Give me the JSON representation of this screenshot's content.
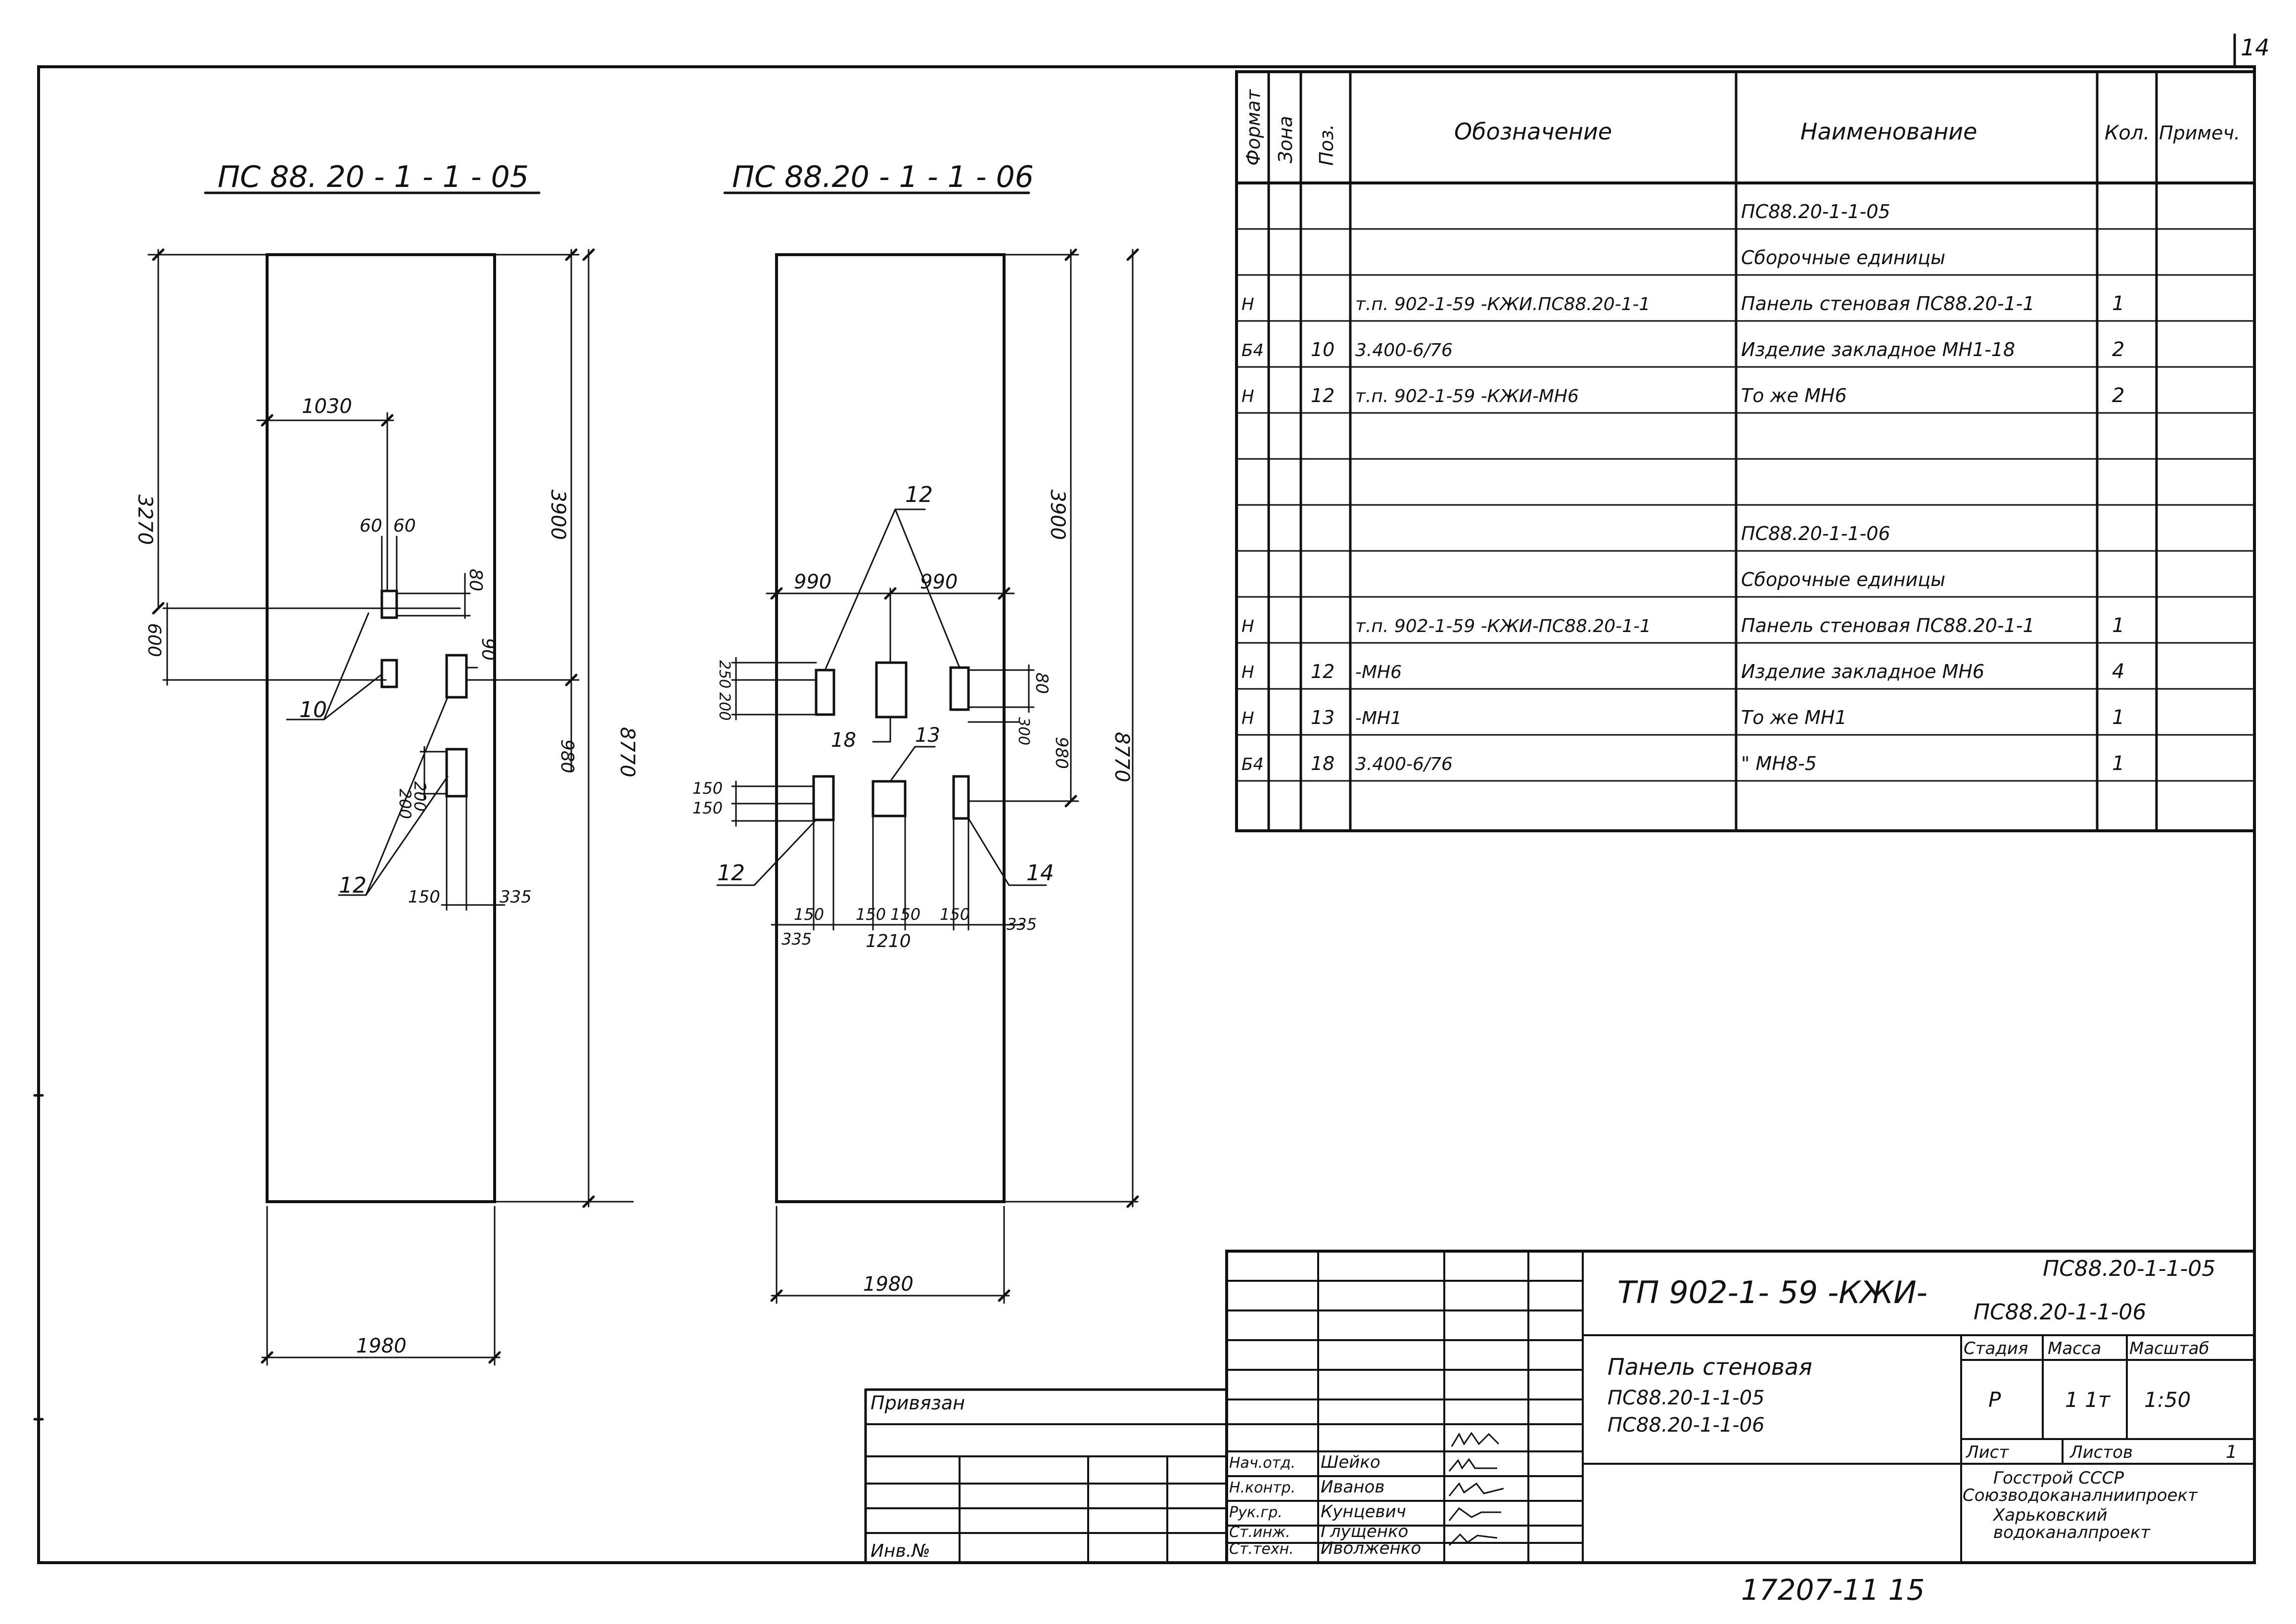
{
  "sheet_number": "14",
  "elevations": [
    {
      "id": "panel-05",
      "title": "ПС 88. 20 - 1 - 1 - 05",
      "dims": {
        "width": "1980",
        "height": "8770",
        "upper": "3900",
        "top_offset": "3270",
        "horiz": "1030",
        "a60": "60",
        "b60": "60",
        "d600": "600",
        "d80": "80",
        "d90": "90",
        "d980": "980",
        "d200a": "200",
        "d200b": "200",
        "d150": "150",
        "d335": "335"
      },
      "callouts": {
        "c10": "10",
        "c12": "12"
      }
    },
    {
      "id": "panel-06",
      "title": "ПС 88.20 - 1 - 1 - 06",
      "dims": {
        "width": "1980",
        "height": "8770",
        "upper": "3900",
        "left990": "990",
        "right990": "990",
        "v250": "250",
        "v200": "200",
        "v80": "80",
        "v300": "300",
        "v980": "980",
        "v150a": "150",
        "v150b": "150",
        "h150a": "150",
        "h150b": "150",
        "h150c": "150",
        "h150d": "150",
        "d335": "335",
        "d335r": "335",
        "d1210": "1210"
      },
      "callouts": {
        "c12a": "12",
        "c12b": "12",
        "c18": "18",
        "c13": "13",
        "c14": "14"
      }
    }
  ],
  "spec_table": {
    "headers": [
      "Формат",
      "Зона",
      "Поз.",
      "Обозначение",
      "Наименование",
      "Кол.",
      "Примеч."
    ],
    "rows": [
      {
        "format": "",
        "zone": "",
        "pos": "",
        "designation": "",
        "name": "ПС88.20-1-1-05",
        "qty": "",
        "note": ""
      },
      {
        "format": "",
        "zone": "",
        "pos": "",
        "designation": "",
        "name": "Сборочные единицы",
        "qty": "",
        "note": ""
      },
      {
        "format": "Н",
        "zone": "",
        "pos": "",
        "designation": "т.п. 902-1-59 -КЖИ.ПС88.20-1-1",
        "name": "Панель стеновая ПС88.20-1-1",
        "qty": "1",
        "note": ""
      },
      {
        "format": "Б4",
        "zone": "",
        "pos": "10",
        "designation": "3.400-6/76",
        "name": "Изделие закладное МН1-18",
        "qty": "2",
        "note": ""
      },
      {
        "format": "Н",
        "zone": "",
        "pos": "12",
        "designation": "т.п. 902-1-59 -КЖИ-МН6",
        "name": "То же МН6",
        "qty": "2",
        "note": ""
      },
      {
        "format": "",
        "zone": "",
        "pos": "",
        "designation": "",
        "name": "",
        "qty": "",
        "note": ""
      },
      {
        "format": "",
        "zone": "",
        "pos": "",
        "designation": "",
        "name": "",
        "qty": "",
        "note": ""
      },
      {
        "format": "",
        "zone": "",
        "pos": "",
        "designation": "",
        "name": "ПС88.20-1-1-06",
        "qty": "",
        "note": ""
      },
      {
        "format": "",
        "zone": "",
        "pos": "",
        "designation": "",
        "name": "Сборочные единицы",
        "qty": "",
        "note": ""
      },
      {
        "format": "Н",
        "zone": "",
        "pos": "",
        "designation": "т.п. 902-1-59 -КЖИ-ПС88.20-1-1",
        "name": "Панель стеновая ПС88.20-1-1",
        "qty": "1",
        "note": ""
      },
      {
        "format": "Н",
        "zone": "",
        "pos": "12",
        "designation": "-МН6",
        "name": "Изделие закладное МН6",
        "qty": "4",
        "note": ""
      },
      {
        "format": "Н",
        "zone": "",
        "pos": "13",
        "designation": "-МН1",
        "name": "То же МН1",
        "qty": "1",
        "note": ""
      },
      {
        "format": "Б4",
        "zone": "",
        "pos": "18",
        "designation": "3.400-6/76",
        "name": "\" МН8-5",
        "qty": "1",
        "note": ""
      },
      {
        "format": "",
        "zone": "",
        "pos": "",
        "designation": "",
        "name": "",
        "qty": "",
        "note": ""
      }
    ]
  },
  "title_block": {
    "doc_code": "ТП 902-1- 59 -КЖИ-",
    "doc_suffix_1": "ПС88.20-1-1-05",
    "doc_suffix_2": "ПС88.20-1-1-06",
    "name_line_1": "Панель стеновая",
    "name_line_2": "ПС88.20-1-1-05",
    "name_line_3": "ПС88.20-1-1-06",
    "stage_label": "Стадия",
    "mass_label": "Масса",
    "scale_label": "Масштаб",
    "stage_value": "Р",
    "mass_value": "1 1т",
    "scale_value": "1:50",
    "sheet_label": "Лист",
    "sheets_label": "Листов",
    "sheets_value": "1",
    "org_line_1": "Госстрой СССР",
    "org_line_2": "Союзводоканалниипроект",
    "org_line_3": "Харьковский",
    "org_line_4": "водоканалпроект",
    "privyazan": "Привязан",
    "inv_no": "Инв.№",
    "roles": [
      {
        "role": "Нач.отд.",
        "name": "Шейко"
      },
      {
        "role": "Н.контр.",
        "name": "Иванов"
      },
      {
        "role": "Рук.гр.",
        "name": "Кунцевич"
      },
      {
        "role": "Ст.инж.",
        "name": "Глущенко"
      },
      {
        "role": "Ст.техн.",
        "name": "Иволженко"
      }
    ],
    "bottom_number": "17207-11 15"
  }
}
